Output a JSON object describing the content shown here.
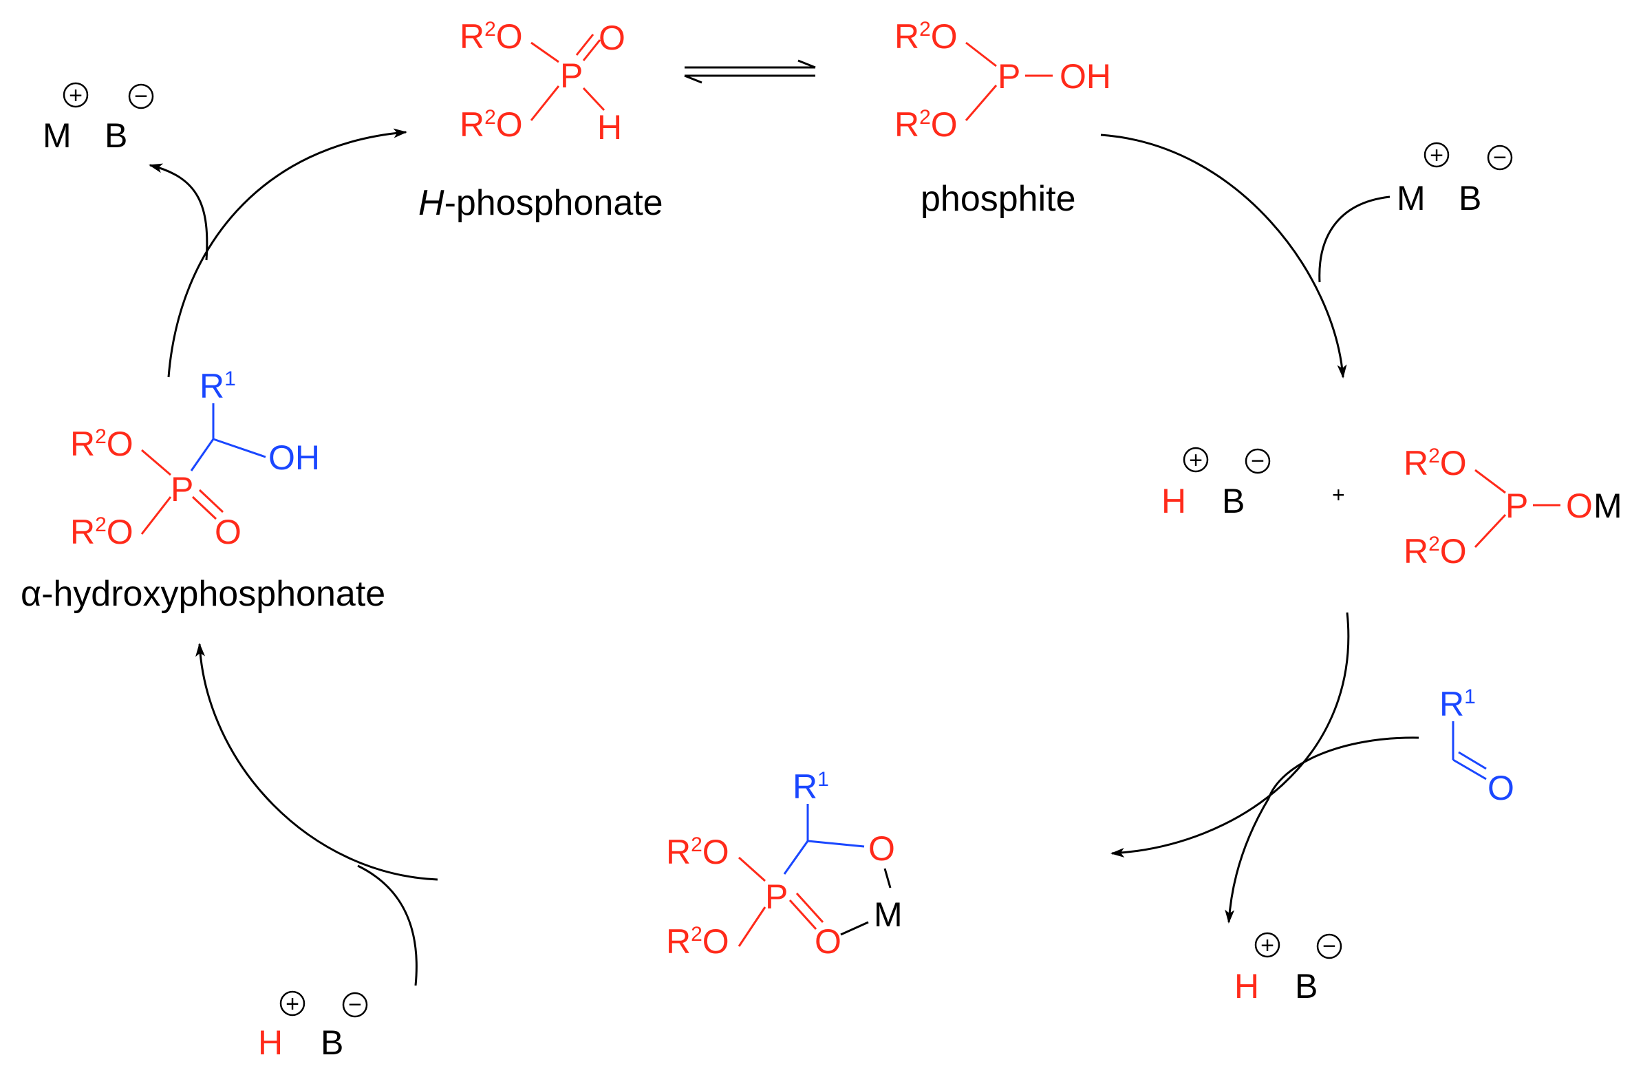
{
  "labels": {
    "h_phosphonate_italic": "H",
    "h_phosphonate_rest": "-phosphonate",
    "phosphite": "phosphite",
    "alpha_hydroxyphosphonate": "α-hydroxyphosphonate"
  },
  "atoms": {
    "r": "R",
    "sup2": "2",
    "sup1": "1",
    "o": "O",
    "p": "P",
    "h": "H",
    "oh": "OH",
    "om": "OM",
    "m": "M",
    "b": "B",
    "plus_sign": "+",
    "plus_charge": "+",
    "minus_charge": "−"
  },
  "colors": {
    "phosphorus_species": "#ff2a1a",
    "aldehyde_fragment": "#1a47ff",
    "reagents": "#000000"
  }
}
